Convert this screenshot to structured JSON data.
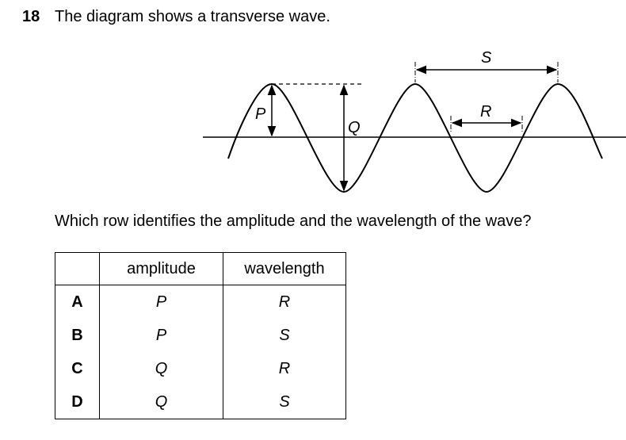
{
  "question": {
    "number": "18",
    "stem": "The diagram shows a transverse wave.",
    "prompt": "Which row identifies the amplitude and the wavelength of the wave?"
  },
  "diagram": {
    "labels": {
      "p": "P",
      "q": "Q",
      "r": "R",
      "s": "S"
    }
  },
  "table": {
    "headers": {
      "blank": "",
      "amplitude": "amplitude",
      "wavelength": "wavelength"
    },
    "rows": [
      {
        "letter": "A",
        "amplitude": "P",
        "wavelength": "R"
      },
      {
        "letter": "B",
        "amplitude": "P",
        "wavelength": "S"
      },
      {
        "letter": "C",
        "amplitude": "Q",
        "wavelength": "R"
      },
      {
        "letter": "D",
        "amplitude": "Q",
        "wavelength": "S"
      }
    ]
  }
}
